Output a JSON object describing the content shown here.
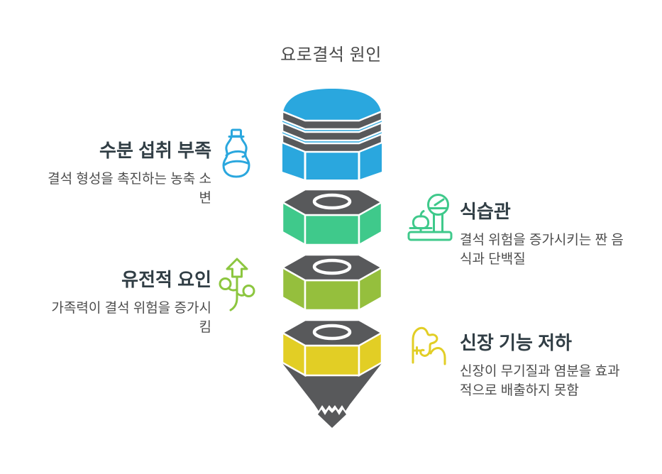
{
  "title": "요로결석 원인",
  "left_items": [
    {
      "heading": "수분 섭취 부족",
      "description": "결석 형성을 촉진하는 농축 소\n변",
      "icon": "water-bottle-icon",
      "icon_color": "#2AA7DE"
    },
    {
      "heading": "유전적 요인",
      "description": "가족력이 결석 위험을 증가시\n킴",
      "icon": "genetics-plant-icon",
      "icon_color": "#8CC63F"
    }
  ],
  "right_items": [
    {
      "heading": "식습관",
      "description": "결석 위험을 증가시키는 짠 음\n식과 단백질",
      "icon": "food-scale-icon",
      "icon_color": "#3FC98B"
    },
    {
      "heading": "신장 기능 저하",
      "description": "신장이 무기질과 염분을 효과\n적으로 배출하지 못함",
      "icon": "kidney-icon",
      "icon_color": "#E2CE25"
    }
  ],
  "funnel": {
    "band_color": "#58595B",
    "cone_color": "#58595B",
    "layers": [
      {
        "color": "#2AA7DE"
      },
      {
        "color": "#3FC98B"
      },
      {
        "color": "#95BF3D"
      },
      {
        "color": "#E2CE25"
      }
    ]
  }
}
